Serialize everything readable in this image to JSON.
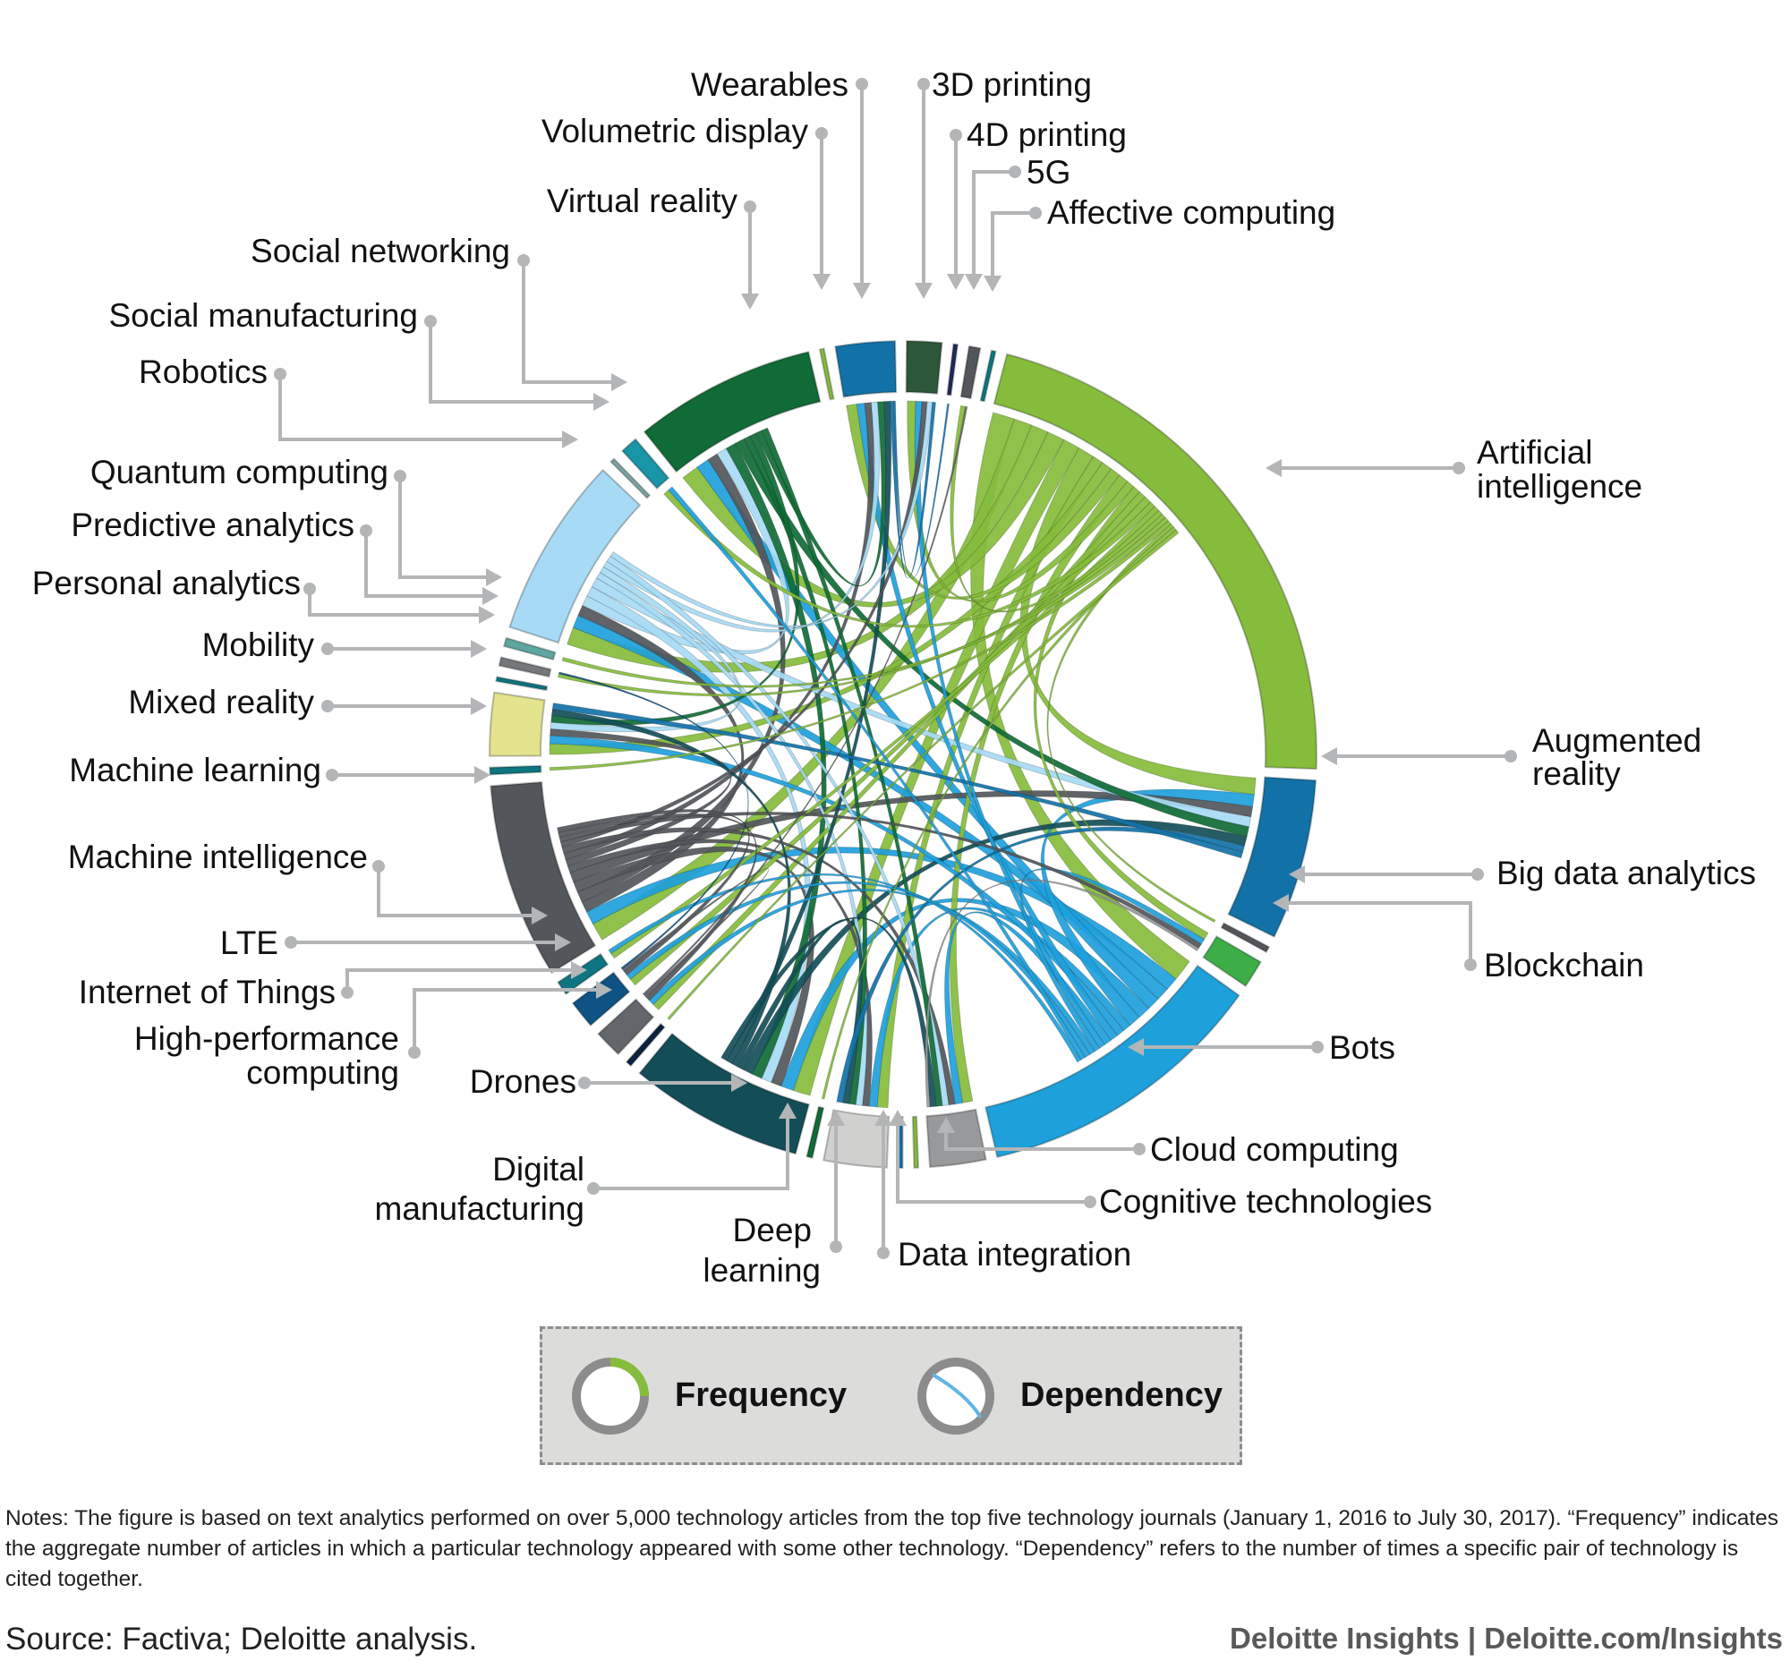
{
  "chart_data": {
    "type": "chord",
    "title": "",
    "segments": [
      {
        "name": "3D printing",
        "color": "#2c5738",
        "share": 5.0
      },
      {
        "name": "4D printing",
        "color": "#1f2a5c",
        "share": 0.6
      },
      {
        "name": "5G",
        "color": "#53565a",
        "share": 1.6
      },
      {
        "name": "Affective computing",
        "color": "#0d7680",
        "share": 0.6
      },
      {
        "name": "Artificial intelligence",
        "color": "#86bc3c",
        "share": 79.0
      },
      {
        "name": "Augmented reality",
        "color": "#1272a8",
        "share": 23.0
      },
      {
        "name": "Big data analytics",
        "color": "#53565a",
        "share": 0.8
      },
      {
        "name": "Blockchain",
        "color": "#3dae47",
        "share": 4.0
      },
      {
        "name": "Bots",
        "color": "#1ea0db",
        "share": 42.0
      },
      {
        "name": "Cloud computing",
        "color": "#97999b",
        "share": 8.0
      },
      {
        "name": "Cognitive technologies",
        "color": "#86bc3c",
        "share": 0.6
      },
      {
        "name": "Data integration",
        "color": "#1272a8",
        "share": 0.6
      },
      {
        "name": "Deep learning",
        "color": "#d0d0ce",
        "share": 9.0
      },
      {
        "name": "Digital manufacturing",
        "color": "#106b36",
        "share": 0.8
      },
      {
        "name": "Drones",
        "color": "#134e58",
        "share": 25.0
      },
      {
        "name": "High-performance computing",
        "color": "#0c2340",
        "share": 0.8
      },
      {
        "name": "Internet of Things",
        "color": "#63666a",
        "share": 4.0
      },
      {
        "name": "LTE",
        "color": "#0e5383",
        "share": 4.0
      },
      {
        "name": "Machine intelligence",
        "color": "#0d7680",
        "share": 2.0
      },
      {
        "name": "Machine learning",
        "color": "#53565a",
        "share": 28.0
      },
      {
        "name": "Mixed reality",
        "color": "#0d7680",
        "share": 1.0
      },
      {
        "name": "Mobility",
        "color": "#e3e48d",
        "share": 9.0
      },
      {
        "name": "Personal analytics",
        "color": "#0d7680",
        "share": 0.6
      },
      {
        "name": "Predictive analytics",
        "color": "#75787b",
        "share": 1.2
      },
      {
        "name": "Quantum computing",
        "color": "#5fa6a0",
        "share": 1.2
      },
      {
        "name": "Robotics",
        "color": "#a7dbf5",
        "share": 26.0
      },
      {
        "name": "Social manufacturing",
        "color": "#7ba7a4",
        "share": 0.6
      },
      {
        "name": "Social networking",
        "color": "#1895a6",
        "share": 2.5
      },
      {
        "name": "Virtual reality",
        "color": "#106b36",
        "share": 26.0
      },
      {
        "name": "Volumetric display",
        "color": "#86bc3c",
        "share": 0.6
      },
      {
        "name": "Wearables",
        "color": "#1272a8",
        "share": 8.5
      }
    ],
    "legend": [
      {
        "label": "Frequency",
        "meaning": "outer ring arc length"
      },
      {
        "label": "Dependency",
        "meaning": "inner chord between two technologies"
      }
    ],
    "legend_position": "bottom-center"
  },
  "labels": {
    "wearables": "Wearables",
    "volumetric": "Volumetric display",
    "virtual_reality": "Virtual reality",
    "social_networking": "Social networking",
    "social_manufacturing": "Social manufacturing",
    "robotics": "Robotics",
    "quantum": "Quantum computing",
    "predictive": "Predictive analytics",
    "personal": "Personal analytics",
    "mobility": "Mobility",
    "mixed_reality": "Mixed reality",
    "machine_learning": "Machine learning",
    "machine_intelligence": "Machine intelligence",
    "lte": "LTE",
    "iot": "Internet of Things",
    "hpc_1": "High-performance",
    "hpc_2": "computing",
    "drones": "Drones",
    "digital_1": "Digital",
    "digital_2": "manufacturing",
    "deep_1": "Deep",
    "deep_2": "learning",
    "data_integration": "Data integration",
    "cognitive": "Cognitive technologies",
    "cloud": "Cloud computing",
    "bots": "Bots",
    "blockchain": "Blockchain",
    "big_data": "Big data analytics",
    "ar_1": "Augmented",
    "ar_2": "reality",
    "ai_1": "Artificial",
    "ai_2": "intelligence",
    "affective": "Affective computing",
    "fiveg": "5G",
    "fourd": "4D printing",
    "threed": "3D printing"
  },
  "legend": {
    "frequency": "Frequency",
    "dependency": "Dependency",
    "frequency_color": "#86bc3c",
    "dependency_color": "#62b5e5",
    "ring_color": "#8c8c8c"
  },
  "footer": {
    "notes": "Notes: The figure is based on text analytics performed on over 5,000 technology articles from the top five technology journals (January 1, 2016 to July 30, 2017). “Frequency” indicates the aggregate number of articles in which a particular technology appeared with some other technology. “Dependency” refers to the number of times a specific pair of technology is cited together.",
    "source": "Source: Factiva; Deloitte analysis.",
    "brand": "Deloitte Insights |  Deloitte.com/Insights"
  }
}
